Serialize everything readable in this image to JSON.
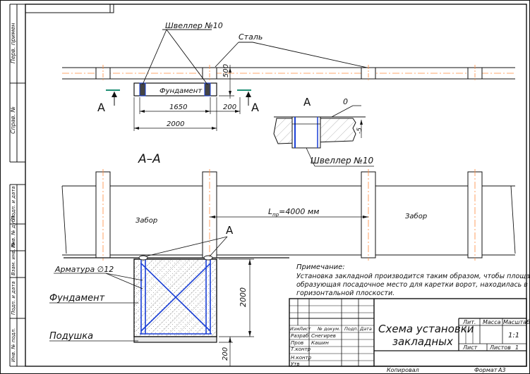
{
  "drawing": {
    "side_labels": [
      "Перв. примен",
      "Справ. №",
      "Подп. и дата",
      "Инв. № дубл.",
      "Взам. инв. №",
      "Подп. и дата",
      "Инв. № подл."
    ],
    "labels": {
      "channel_top": "Швеллер №10",
      "steel": "Сталь",
      "foundation_top": "Фундамент",
      "dim_1650": "1650",
      "dim_200_top": "200",
      "dim_2000_top": "2000",
      "dim_500": "500",
      "section_left": "А",
      "section_right": "А",
      "detail_title": "А",
      "detail_zero": "0",
      "detail_minus5": "-5",
      "detail_channel": "Швеллер №10",
      "section_title": "А–А",
      "fence_left": "Забор",
      "fence_right": "Забор",
      "span": "L",
      "span_sub": "пр",
      "span_value": "=4000 мм",
      "callout_a": "А",
      "rebar": "Арматура ∅12",
      "foundation": "Фундамент",
      "cushion": "Подушка",
      "dim_2000_side": "2000",
      "dim_200_bottom": "200"
    },
    "note": {
      "title": "Примечание:",
      "lines": [
        "Установка закладной производится таким образом, чтобы площадка,",
        "образующая посадочное место для каретки ворот, находилась в",
        "горизонтальной плоскости."
      ]
    },
    "title_block": {
      "header_cells": [
        "Изм",
        "Лист",
        "№ докум.",
        "Подп.",
        "Дата"
      ],
      "row_labels": [
        "Разраб",
        "Пров",
        "Т.контр",
        "",
        "Н.контр",
        "Утв"
      ],
      "names": [
        "Снегирев",
        "Кашин"
      ],
      "title_line1": "Схема установки",
      "title_line2": "закладных",
      "lit": "Лит.",
      "mass": "Масса",
      "scale_label": "Масштаб",
      "scale_value": "1:1",
      "sheet": "Лист",
      "sheets": "Листов",
      "sheets_value": "1",
      "copied": "Копировал",
      "format": "Формат",
      "format_value": "А3"
    },
    "colors": {
      "line": "#111111",
      "axis": "#ff8a3d",
      "blue": "#1a3fd6",
      "green": "#1f8f74",
      "hatch": "#7a7a7a"
    }
  }
}
